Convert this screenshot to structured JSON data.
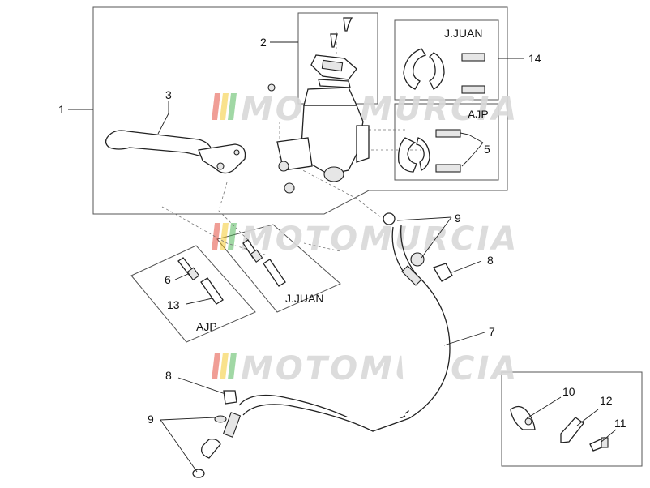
{
  "watermark": "MOTOMURCIA",
  "brand_colors": {
    "red": "#e03a2a",
    "yellow": "#f2c318",
    "green": "#3fae49"
  },
  "callouts": {
    "c1": "1",
    "c2": "2",
    "c3": "3",
    "c5": "5",
    "c6": "6",
    "c7": "7",
    "c8a": "8",
    "c8b": "8",
    "c9a": "9",
    "c9b": "9",
    "c10": "10",
    "c11": "11",
    "c12": "12",
    "c13": "13",
    "c14": "14"
  },
  "box_labels": {
    "jjuan_top": "J.JUAN",
    "ajp_right": "AJP",
    "ajp_bottom": "AJP",
    "jjuan_bottom": "J.JUAN"
  }
}
